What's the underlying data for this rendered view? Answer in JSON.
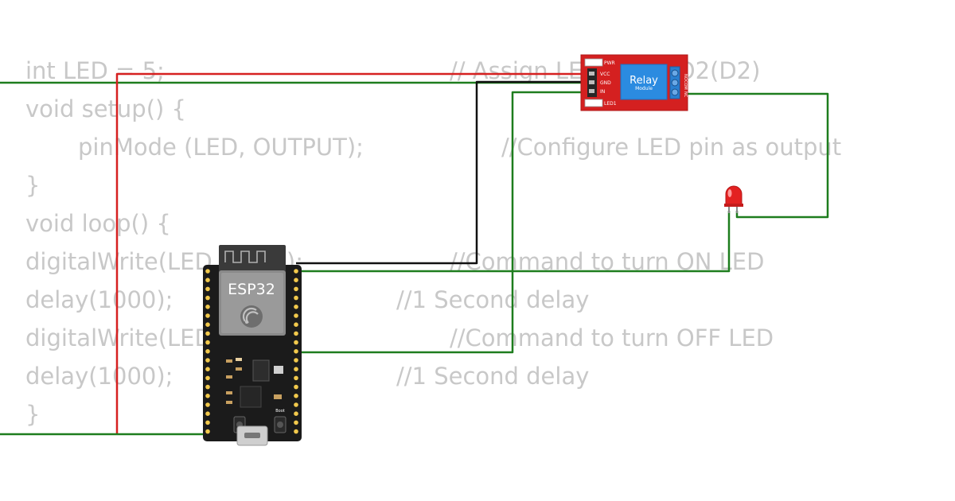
{
  "code_lines": [
    "int LED = 5;",
    "void setup() {",
    "pinMode (LED, OUTPUT);",
    "}",
    "void loop() {",
    "digitalWrite(LED, HIGH);",
    "delay(1000);",
    "digitalWrite(LED, LOW);",
    "delay(1000);",
    "}"
  ],
  "code_comments": [
    "// Assign LED to GPIO2(D2)",
    "//Configure LED pin as output",
    "//Command to turn ON LED",
    "//1 Second delay",
    "//Command to turn OFF LED",
    "//1 Second delay"
  ],
  "esp32": {
    "label": "ESP32",
    "boot_label": "Boot"
  },
  "relay": {
    "title": "Relay",
    "subtitle": "Module",
    "pins": [
      "VCC",
      "GND",
      "IN"
    ],
    "pwr_label": "PWR",
    "led_label": "LED1",
    "terminals": [
      "NO",
      "COM",
      "NC"
    ]
  },
  "colors": {
    "wire_green": "#1e7d1e",
    "wire_red": "#d62020",
    "wire_black": "#111111",
    "relay_board": "#d42020",
    "relay_body": "#2b8be0",
    "esp_board": "#1b1b1b",
    "led_red": "#e32121"
  }
}
